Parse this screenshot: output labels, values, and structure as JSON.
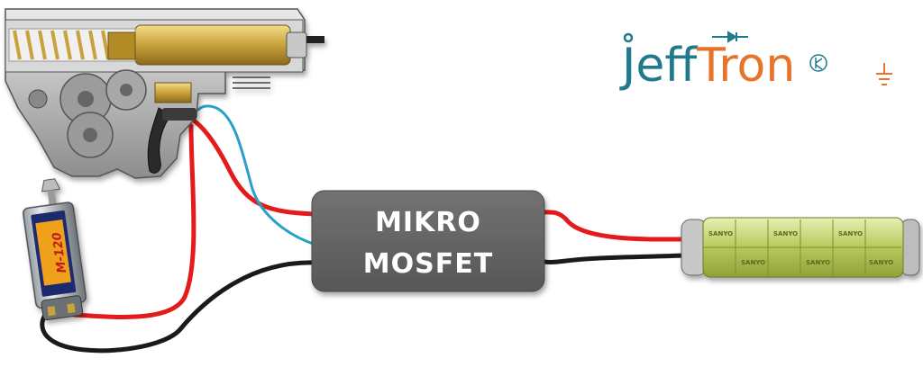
{
  "brand": {
    "part1": "Jeff",
    "part2": "Tron",
    "color1": "#1f7a8c",
    "color2": "#e8742a"
  },
  "module": {
    "line1": "MIKRO",
    "line2": "MOSFET",
    "body_color": "#666666"
  },
  "motor": {
    "label": "M-120"
  },
  "battery": {
    "cell_brand": "SANYO"
  },
  "wires": {
    "red": "#e31b1b",
    "black": "#1a1a1a",
    "blue": "#2a9fc9"
  },
  "components": {
    "gearbox": "gearbox-icon",
    "motor": "motor-icon",
    "battery": "battery-icon",
    "trigger": "trigger-icon"
  }
}
